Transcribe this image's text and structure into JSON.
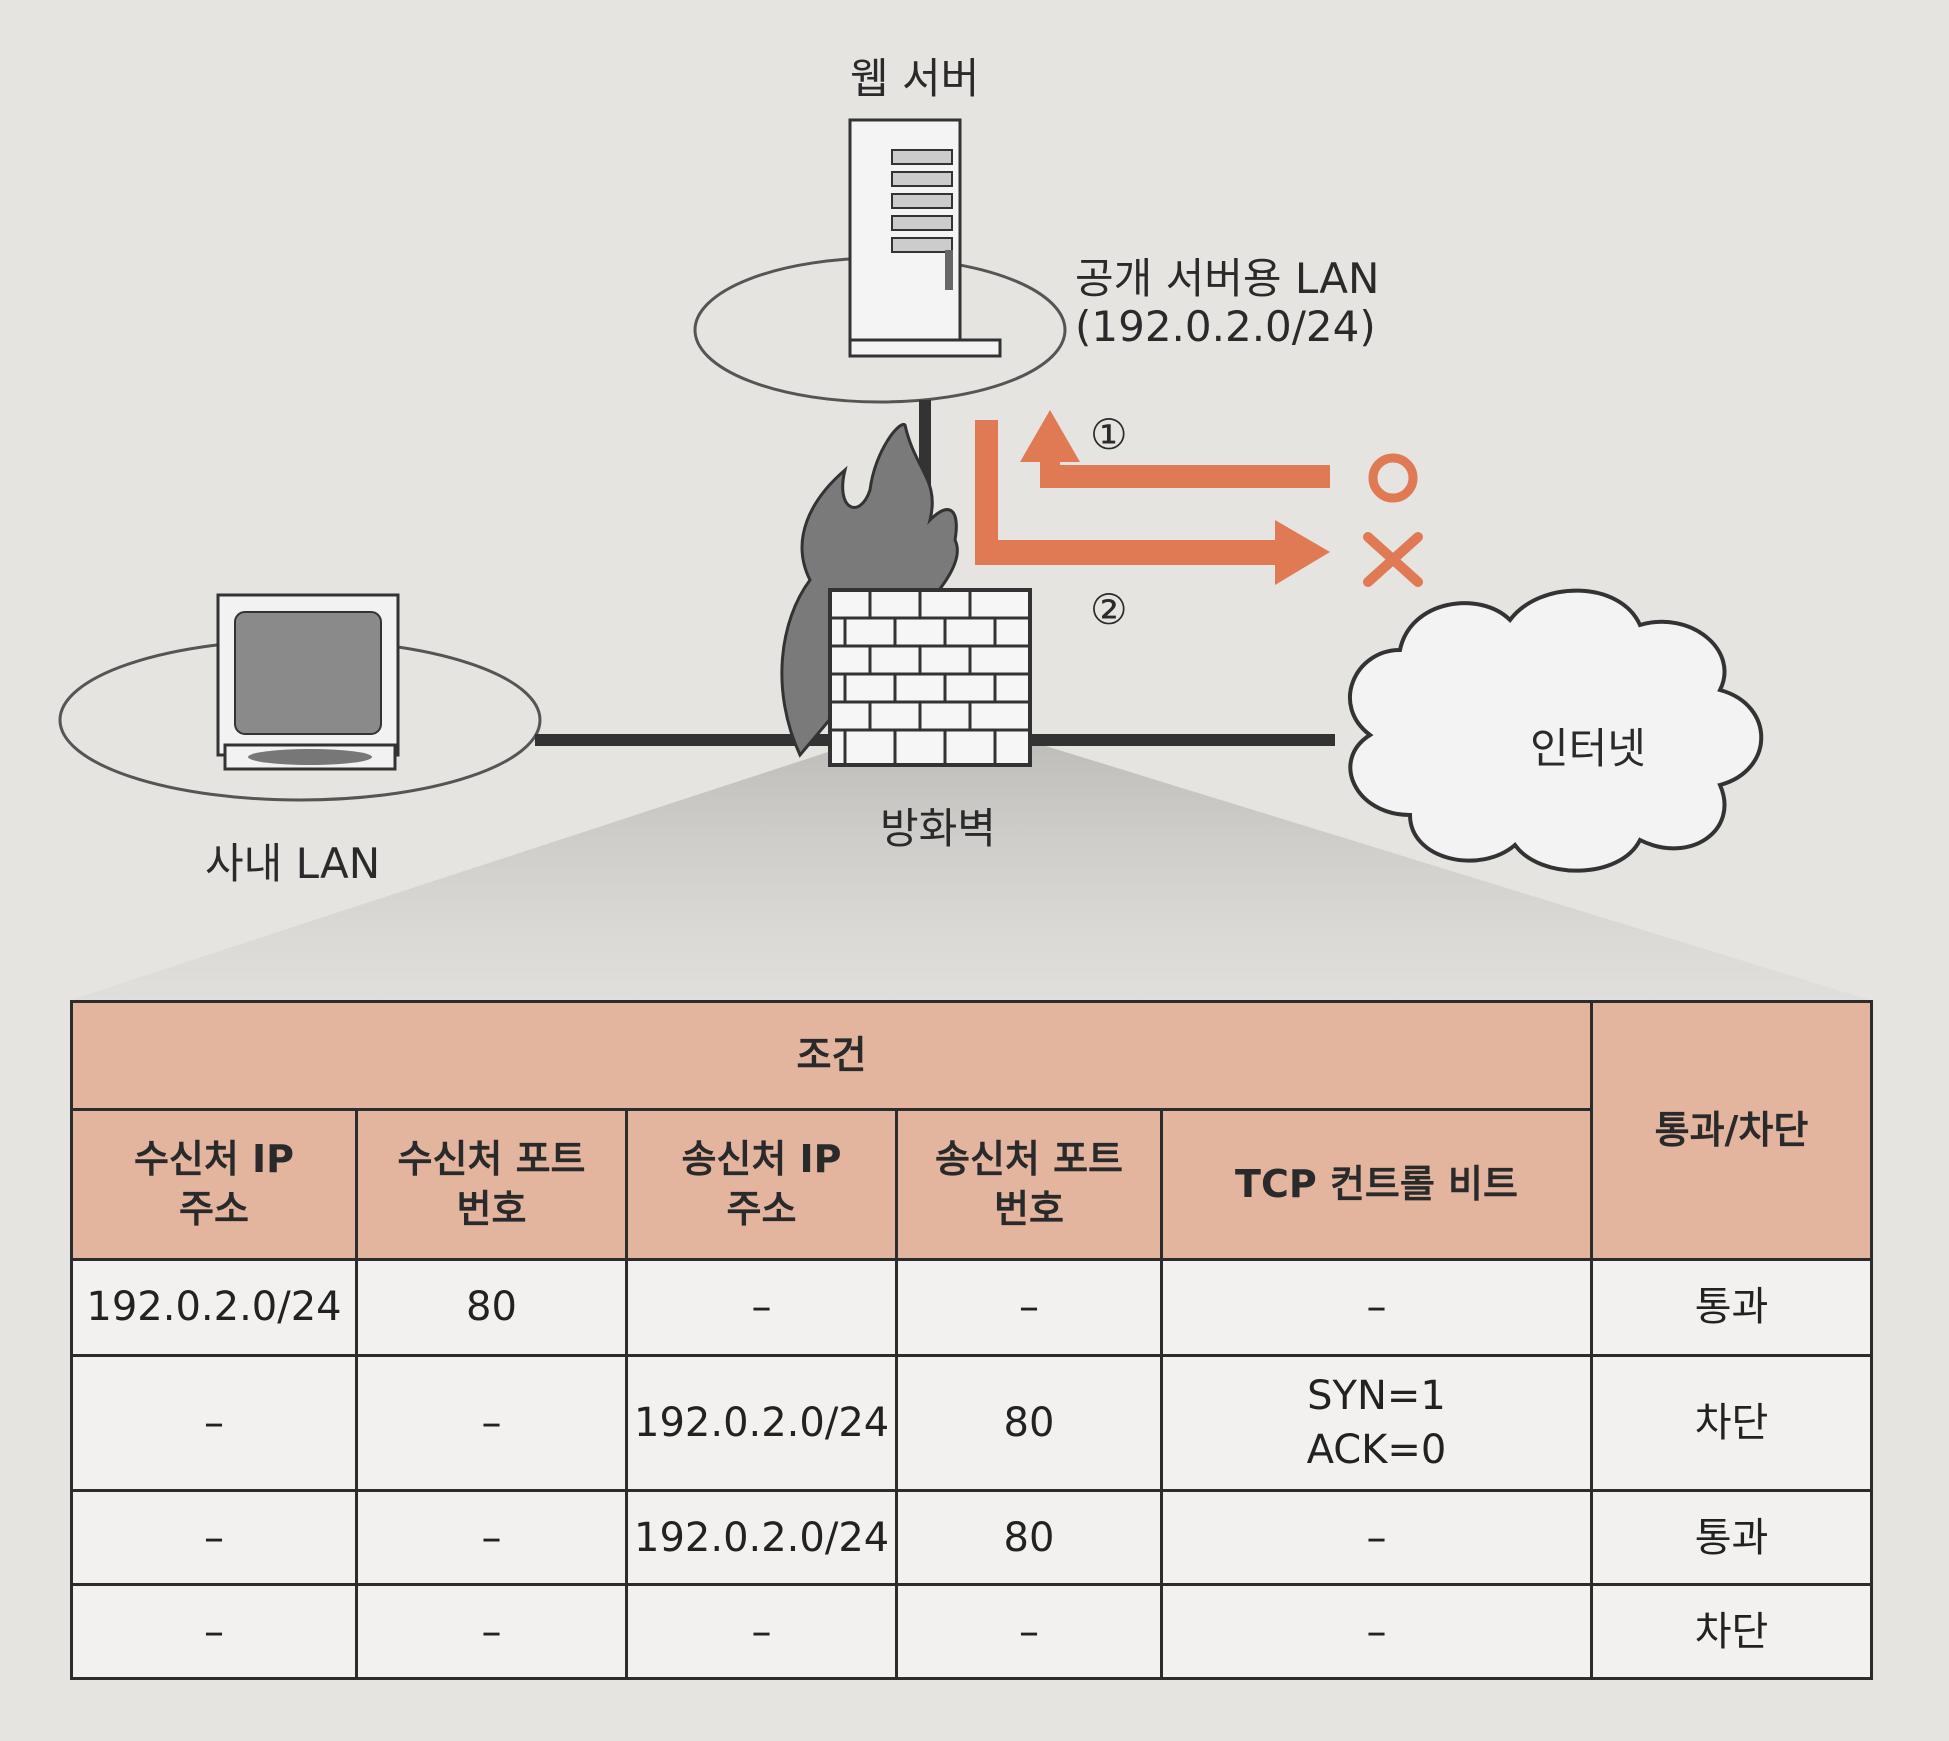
{
  "diagram": {
    "web_server_label": "웹 서버",
    "public_lan_label": "공개 서버용 LAN",
    "public_lan_subnet": "(192.0.2.0/24)",
    "internal_lan_label": "사내 LAN",
    "firewall_label": "방화벽",
    "internet_label": "인터넷",
    "flow_1_marker": "①",
    "flow_2_marker": "②",
    "flow_1_result": "pass (circle)",
    "flow_2_result": "block (cross)",
    "accent_color": "#e07a55"
  },
  "table": {
    "group_header": "조건",
    "action_header": "통과/차단",
    "columns": [
      "수신처 IP\n주소",
      "수신처 포트\n번호",
      "송신처 IP\n주소",
      "송신처 포트\n번호",
      "TCP 컨트롤 비트"
    ],
    "rows": [
      {
        "dst_ip": "192.0.2.0/24",
        "dst_port": "80",
        "src_ip": "–",
        "src_port": "–",
        "tcp_bits": "–",
        "action": "통과"
      },
      {
        "dst_ip": "–",
        "dst_port": "–",
        "src_ip": "192.0.2.0/24",
        "src_port": "80",
        "tcp_bits": "SYN=1\nACK=0",
        "action": "차단"
      },
      {
        "dst_ip": "–",
        "dst_port": "–",
        "src_ip": "192.0.2.0/24",
        "src_port": "80",
        "tcp_bits": "–",
        "action": "통과"
      },
      {
        "dst_ip": "–",
        "dst_port": "–",
        "src_ip": "–",
        "src_port": "–",
        "tcp_bits": "–",
        "action": "차단"
      }
    ],
    "header_color": "#e3b49e"
  }
}
